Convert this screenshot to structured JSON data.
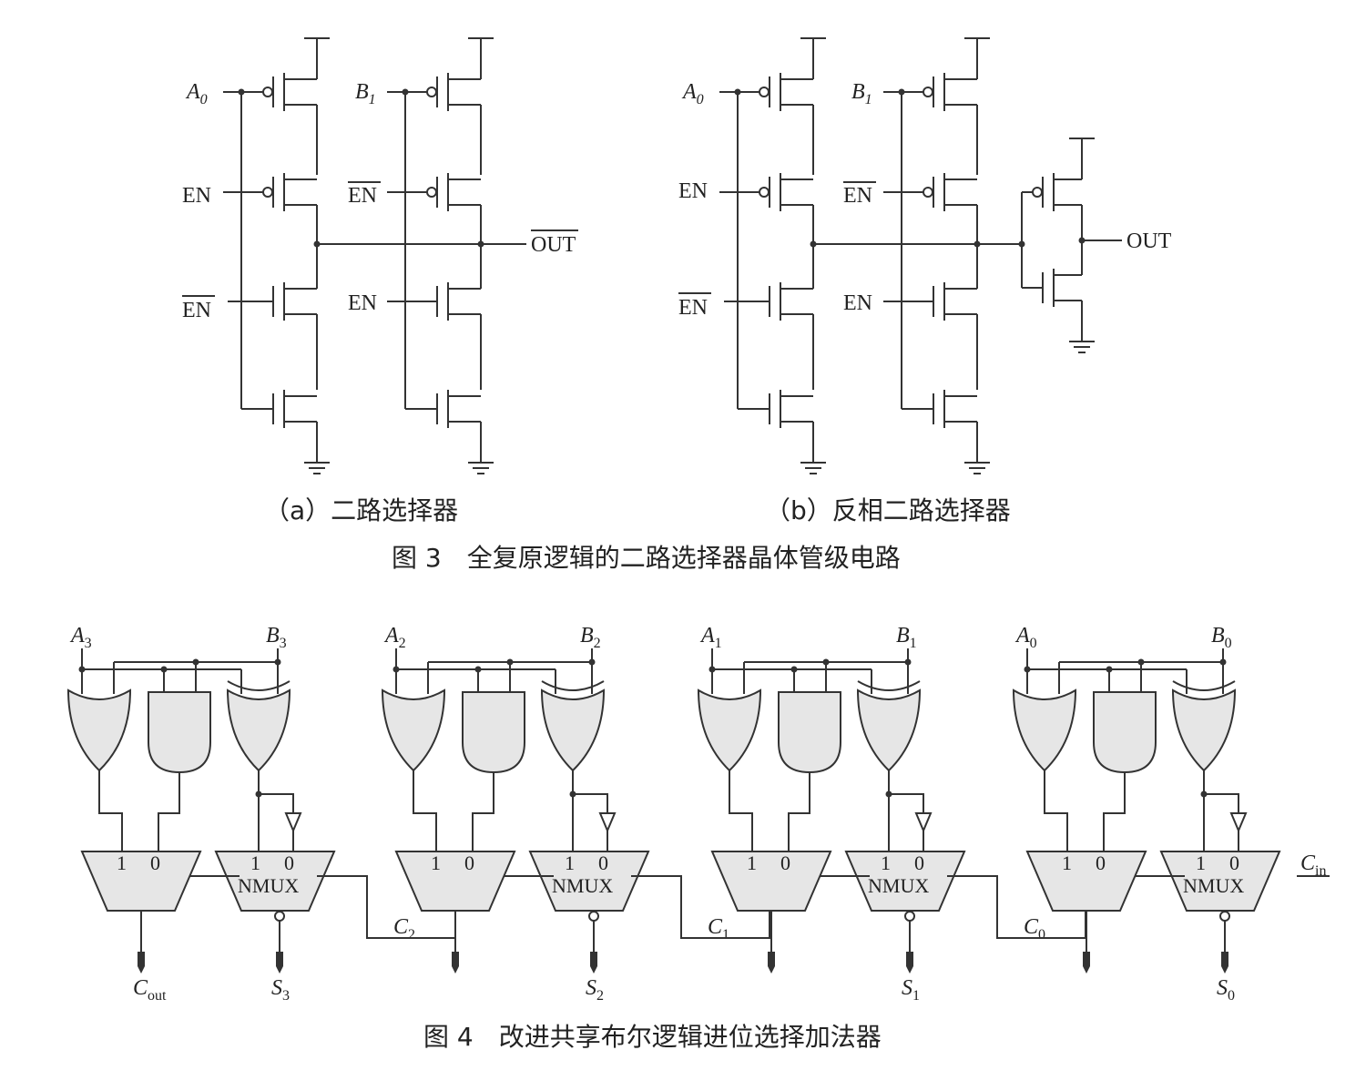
{
  "fig3": {
    "panel_a": {
      "caption": "（a）二路选择器",
      "in_a": "A",
      "in_a_sub": "0",
      "in_b": "B",
      "in_b_sub": "1",
      "en": "EN",
      "en_bar": "EN",
      "out": "OUT"
    },
    "panel_b": {
      "caption": "（b）反相二路选择器",
      "in_a": "A",
      "in_a_sub": "0",
      "in_b": "B",
      "in_b_sub": "1",
      "en": "EN",
      "en_bar": "EN",
      "out": "OUT"
    },
    "caption": "图 3　全复原逻辑的二路选择器晶体管级电路"
  },
  "fig4": {
    "caption": "图 4　改进共享布尔逻辑进位选择加法器",
    "mux_label": "NMUX",
    "mux_in1": "1",
    "mux_in0": "0",
    "stages": [
      {
        "a": "A",
        "a_sub": "3",
        "b": "B",
        "b_sub": "3",
        "s": "S",
        "s_sub": "3",
        "c": "C",
        "c_sub": "out"
      },
      {
        "a": "A",
        "a_sub": "2",
        "b": "B",
        "b_sub": "2",
        "s": "S",
        "s_sub": "2",
        "c": "C",
        "c_sub": "2"
      },
      {
        "a": "A",
        "a_sub": "1",
        "b": "B",
        "b_sub": "1",
        "s": "S",
        "s_sub": "1",
        "c": "C",
        "c_sub": "1"
      },
      {
        "a": "A",
        "a_sub": "0",
        "b": "B",
        "b_sub": "0",
        "s": "S",
        "s_sub": "0",
        "c": "C",
        "c_sub": "0"
      }
    ],
    "cin": "C",
    "cin_sub": "in"
  }
}
